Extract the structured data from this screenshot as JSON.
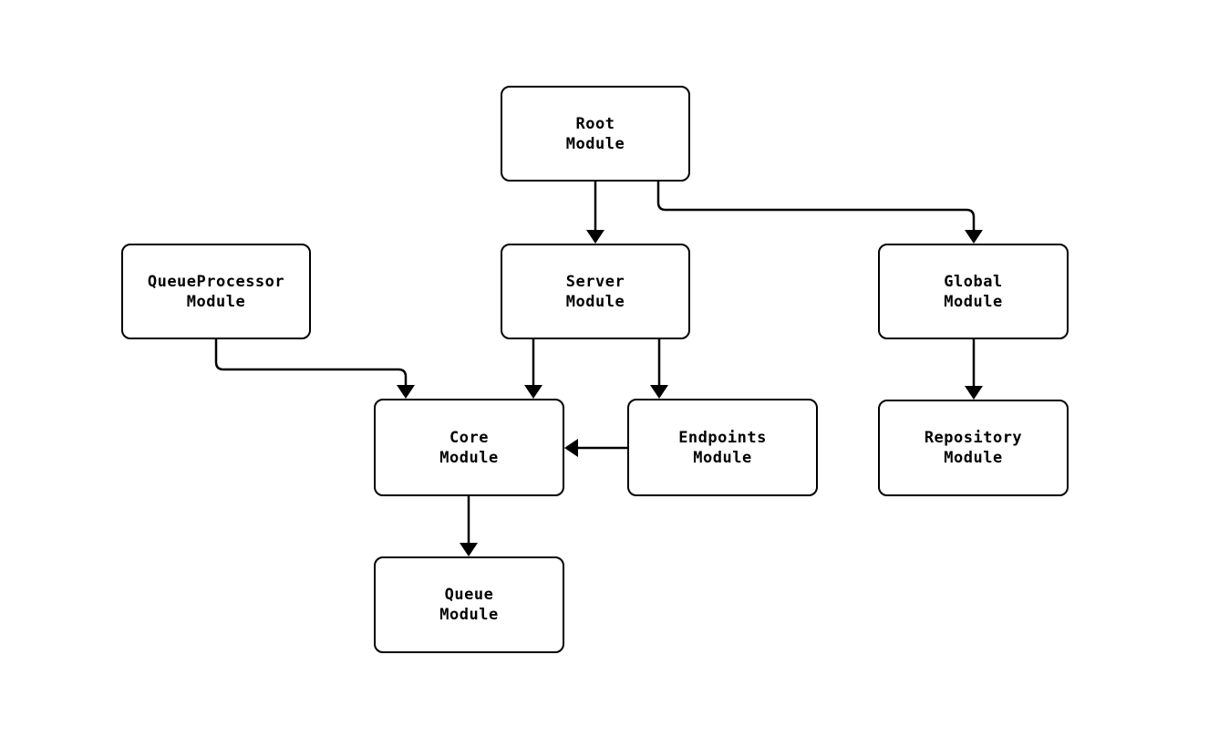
{
  "diagram": {
    "type": "module-dependency-graph",
    "background": "#ffffff",
    "colors": {
      "node_fill": "#ffffff",
      "node_border": "#000000",
      "edge": "#000000",
      "text": "#000000"
    },
    "nodes": {
      "root": {
        "label": "Root\nModule"
      },
      "server": {
        "label": "Server\nModule"
      },
      "queueprocessor": {
        "label": "QueueProcessor\nModule"
      },
      "global": {
        "label": "Global\nModule"
      },
      "core": {
        "label": "Core\nModule"
      },
      "endpoints": {
        "label": "Endpoints\nModule"
      },
      "repository": {
        "label": "Repository\nModule"
      },
      "queue": {
        "label": "Queue\nModule"
      }
    },
    "edges": [
      {
        "from": "Root Module",
        "to": "Server Module"
      },
      {
        "from": "Root Module",
        "to": "Global Module"
      },
      {
        "from": "QueueProcessor Module",
        "to": "Core Module"
      },
      {
        "from": "Server Module",
        "to": "Core Module"
      },
      {
        "from": "Server Module",
        "to": "Endpoints Module"
      },
      {
        "from": "Endpoints Module",
        "to": "Core Module"
      },
      {
        "from": "Global Module",
        "to": "Repository Module"
      },
      {
        "from": "Core Module",
        "to": "Queue Module"
      }
    ]
  }
}
